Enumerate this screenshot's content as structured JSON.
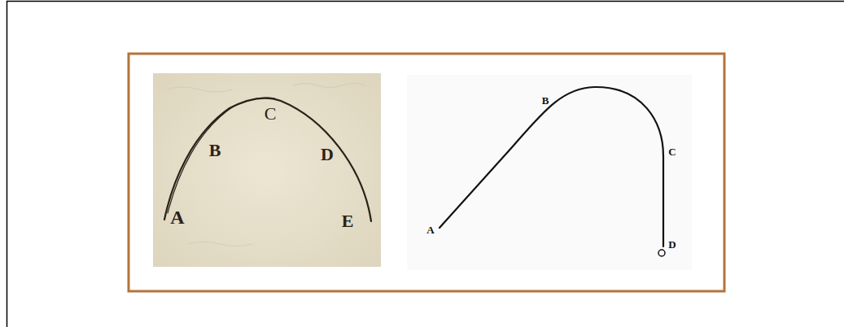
{
  "diagram": {
    "labels": [
      "A",
      "B",
      "C",
      "D",
      "E",
      "A",
      "B",
      "C",
      "D"
    ]
  }
}
